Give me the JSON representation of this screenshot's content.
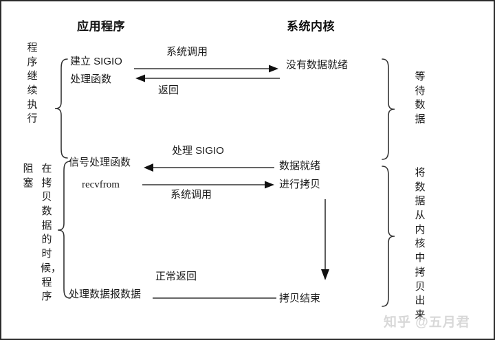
{
  "diagram": {
    "type": "sequence-diagram",
    "title_app": "应用程序",
    "title_kernel": "系统内核",
    "columns": [
      {
        "name": "application",
        "header": "应用程序"
      },
      {
        "name": "kernel",
        "header": "系统内核"
      }
    ],
    "app_labels": [
      {
        "id": "establish-sigio",
        "text": "建立  SIGIO"
      },
      {
        "id": "handler-function",
        "text": "处理函数"
      },
      {
        "id": "signal-handler",
        "text": "信号处理函数"
      },
      {
        "id": "recvfrom",
        "text": "recvfrom"
      },
      {
        "id": "process-datagram",
        "text": "处理数据报数据"
      }
    ],
    "kernel_labels": [
      {
        "id": "no-data-ready",
        "text": "没有数据就绪"
      },
      {
        "id": "data-ready",
        "text": "数据就绪"
      },
      {
        "id": "do-copy",
        "text": "进行拷贝"
      },
      {
        "id": "copy-finished",
        "text": "拷贝结束"
      }
    ],
    "arrow_labels": [
      {
        "id": "syscall-top",
        "text": "系统调用",
        "direction": "right"
      },
      {
        "id": "return-top",
        "text": "返回",
        "direction": "left"
      },
      {
        "id": "handle-sigio",
        "text": "处理  SIGIO",
        "direction": "left"
      },
      {
        "id": "syscall-mid",
        "text": "系统调用",
        "direction": "right"
      },
      {
        "id": "normal-return",
        "text": "正常返回",
        "direction": "none"
      }
    ],
    "left_annotations": [
      {
        "id": "program-continues",
        "text": "程序继续执行"
      },
      {
        "id": "blocked",
        "text": "阻塞"
      },
      {
        "id": "while-copying",
        "text": "在拷贝数据的时候，程序"
      }
    ],
    "right_annotations": [
      {
        "id": "waiting-for-data",
        "text": "等待数据"
      },
      {
        "id": "copy-from-kernel",
        "text": "将数据从内核中拷贝出来"
      }
    ],
    "watermark": "知乎 @五月君",
    "colors": {
      "line": "#333333",
      "text": "#1a1a1a",
      "border": "#2b2b2b",
      "watermark": "#d8d8d8",
      "background": "#ffffff"
    }
  }
}
